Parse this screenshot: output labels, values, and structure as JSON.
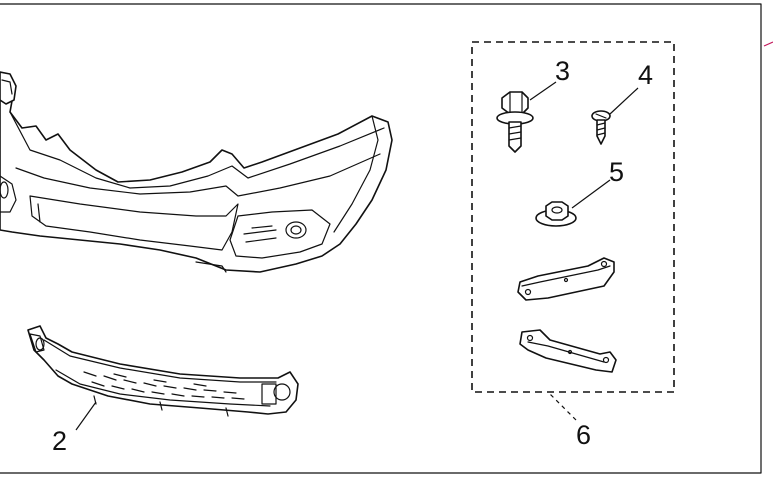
{
  "callouts": {
    "bumper_cover": "",
    "grille": "2",
    "bolt": "3",
    "screw": "4",
    "nut": "5",
    "bracket_kit": "6"
  },
  "colors": {
    "line": "#111111",
    "background": "#ffffff",
    "corner_mark": "#c2185b"
  }
}
